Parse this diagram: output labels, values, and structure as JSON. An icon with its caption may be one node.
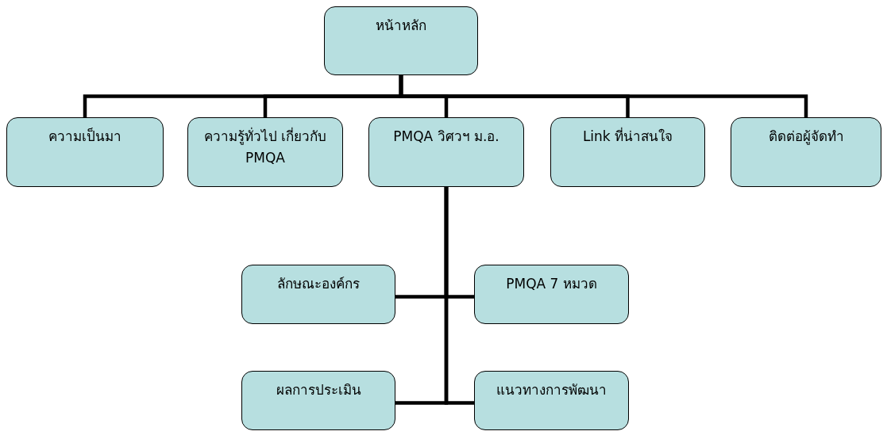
{
  "diagram": {
    "nodes": [
      {
        "text": [
          "หน้าหลัก"
        ]
      },
      {
        "text": [
          "ความเป็นมา"
        ]
      },
      {
        "text": [
          "ความรู้ทั่วไป เกี่ยวกับ PMQA"
        ]
      },
      {
        "text": [
          "PMQA วิศวฯ ม.อ."
        ]
      },
      {
        "text": [
          "Link ที่น่าสนใจ"
        ]
      },
      {
        "text": [
          "ติดต่อผู้จัดทำ"
        ]
      },
      {
        "text": [
          "ลักษณะองค์กร"
        ]
      },
      {
        "text": [
          "PMQA 7 หมวด"
        ]
      },
      {
        "text": [
          "ผลการประเมิน"
        ]
      },
      {
        "text": [
          "แนวทางการพัฒนา"
        ]
      }
    ],
    "edges": [
      {
        "from": 0,
        "to": 1,
        "arrow": "none"
      },
      {
        "from": 0,
        "to": 2,
        "arrow": "none"
      },
      {
        "from": 0,
        "to": 3,
        "arrow": "none"
      },
      {
        "from": 0,
        "to": 4,
        "arrow": "none"
      },
      {
        "from": 0,
        "to": 5,
        "arrow": "none"
      },
      {
        "from": 3,
        "to": 6,
        "arrow": "none"
      },
      {
        "from": 3,
        "to": 7,
        "arrow": "none"
      },
      {
        "from": 3,
        "to": 8,
        "arrow": "none"
      },
      {
        "from": 3,
        "to": 9,
        "arrow": "none"
      }
    ]
  }
}
